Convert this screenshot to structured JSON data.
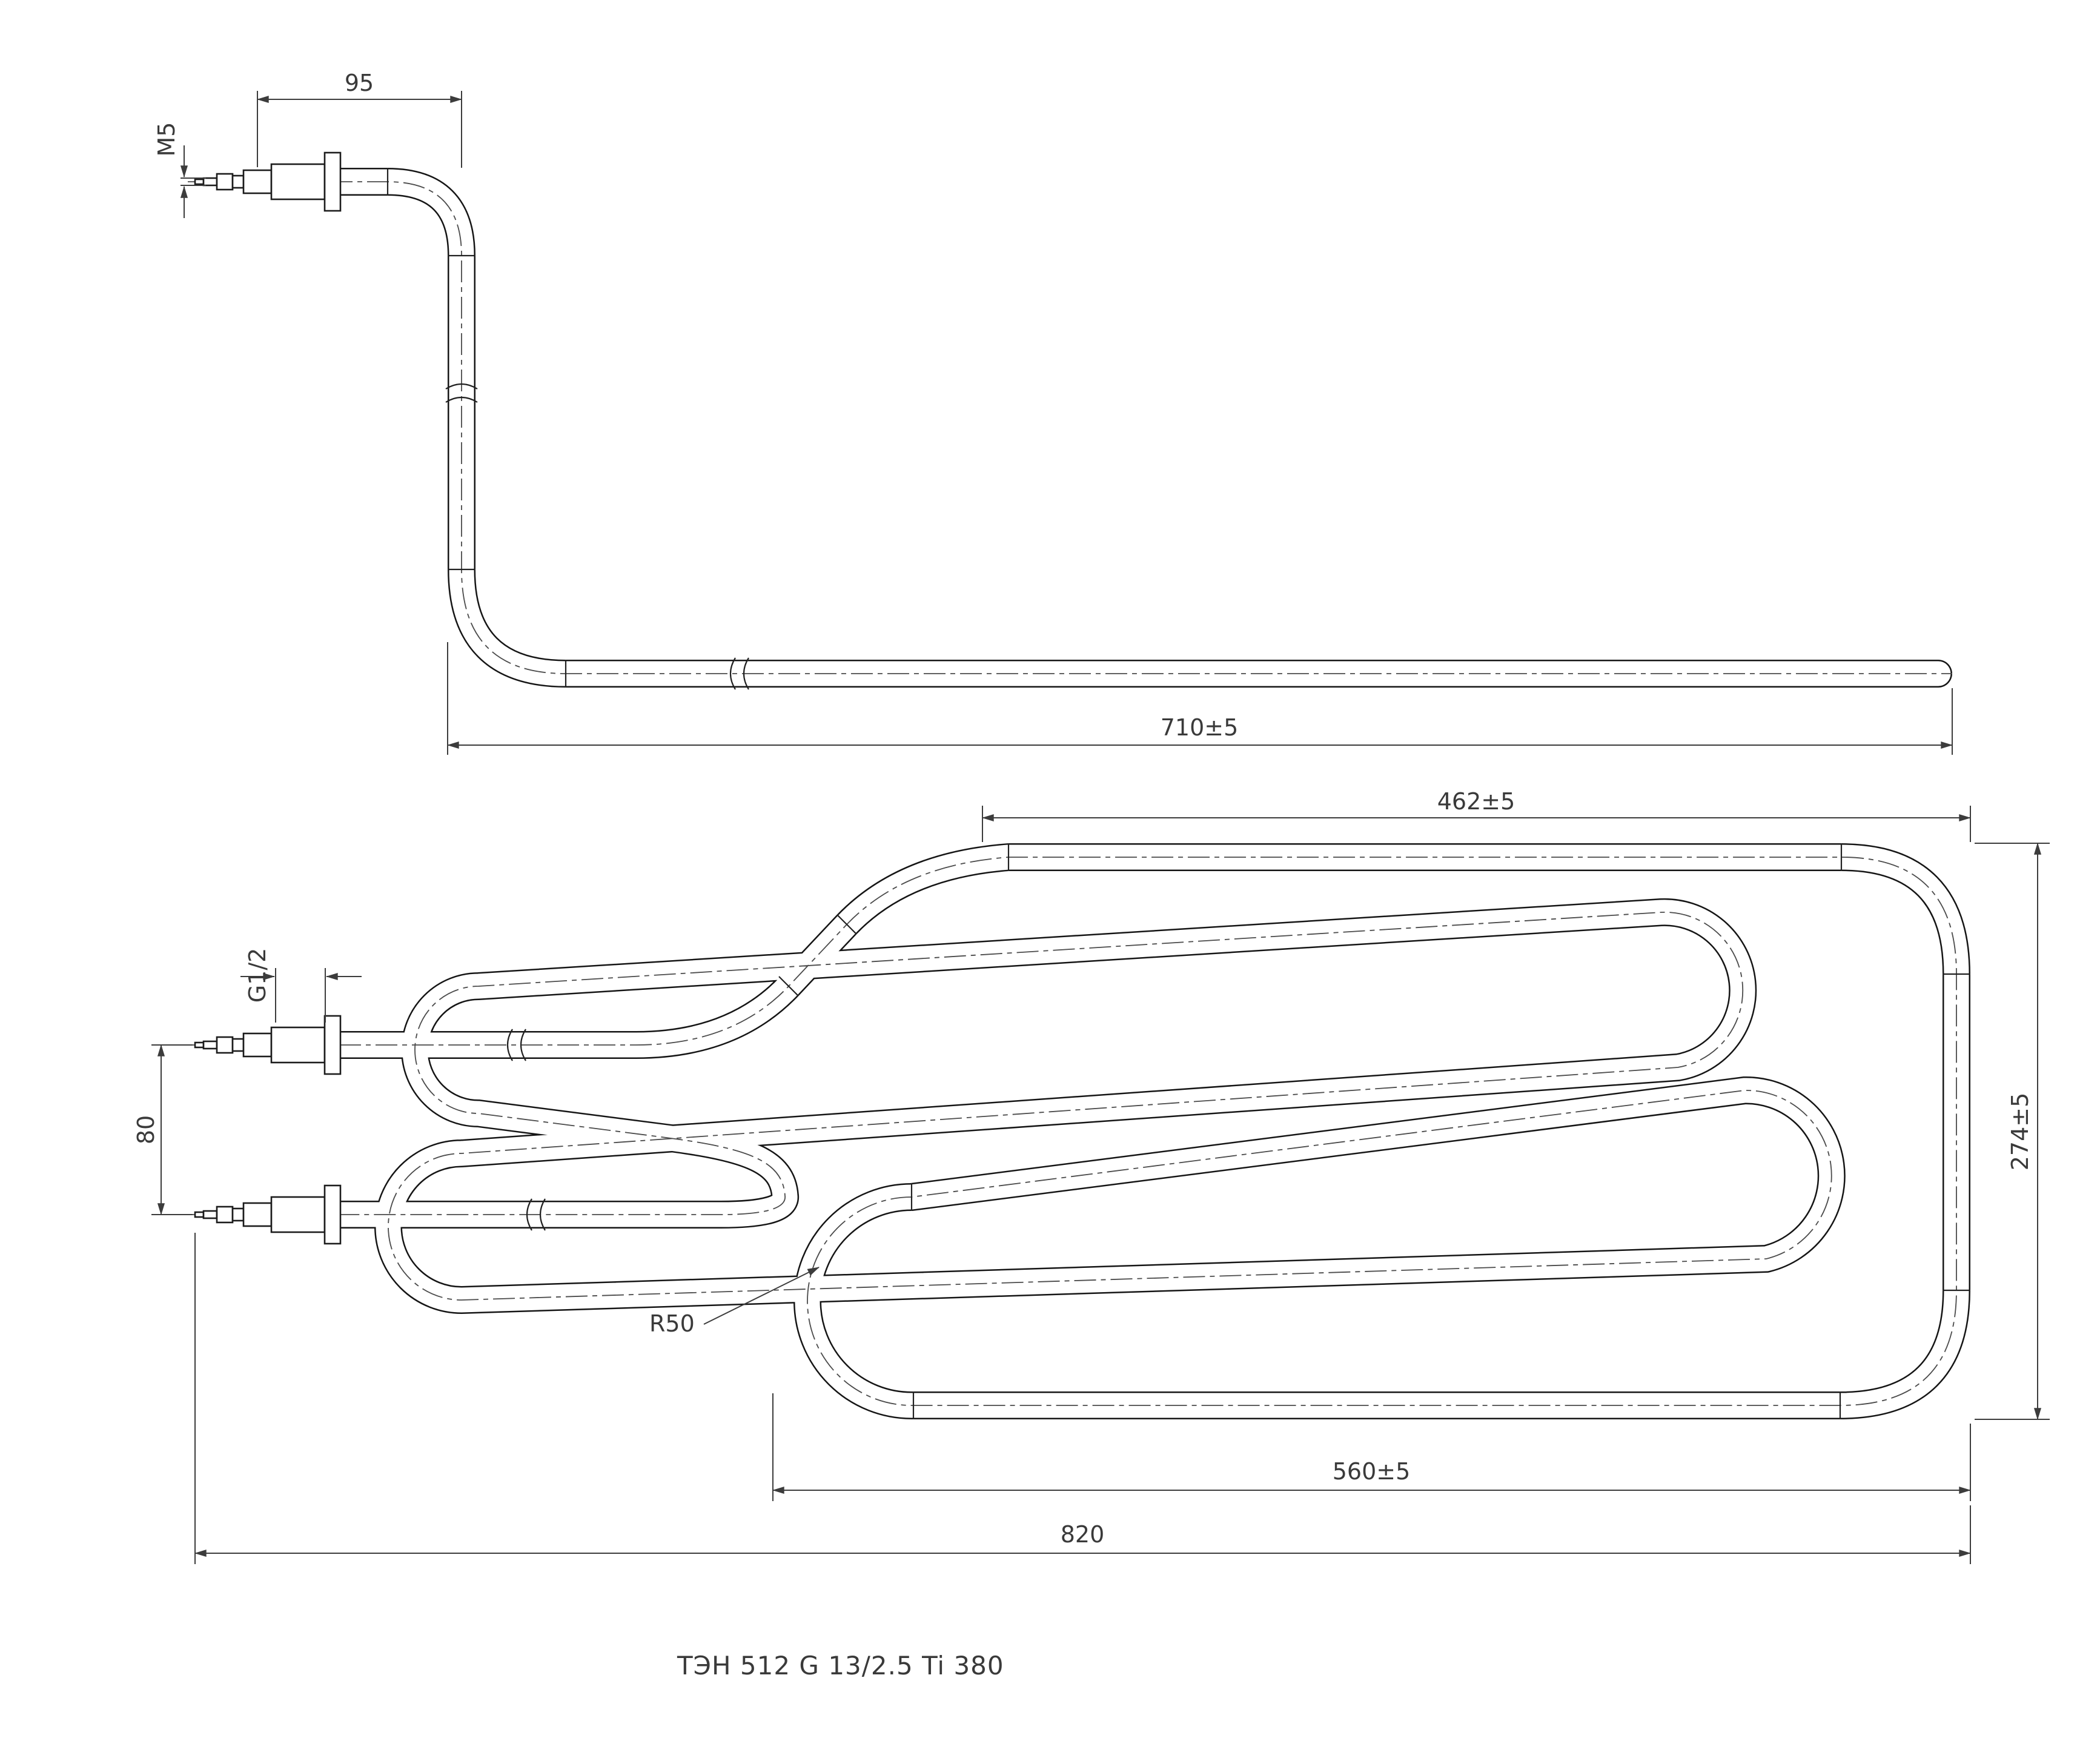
{
  "title": "ТЭН 512 G 13/2.5 Ti 380",
  "side_view": {
    "stub_length": "95",
    "thread": "M5",
    "length": "710±5"
  },
  "plan_view": {
    "top_width": "462±5",
    "height": "274±5",
    "inner_width": "560±5",
    "overall_width": "820",
    "terminal_pitch": "80",
    "thread": "G1/2",
    "bend_radius": "R50"
  }
}
